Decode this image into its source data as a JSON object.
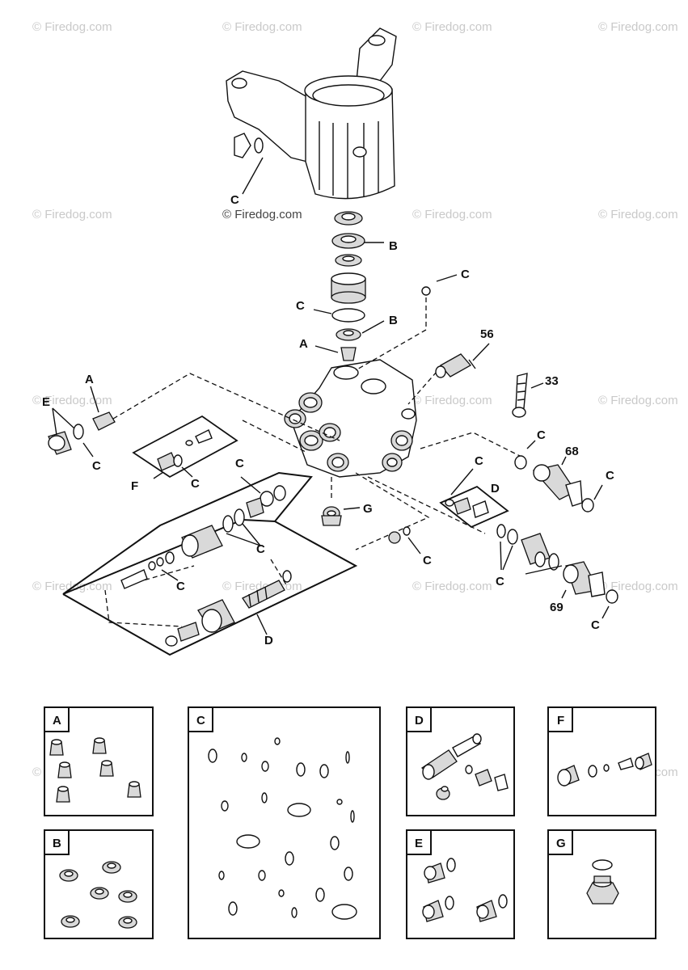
{
  "watermark": "© Firedog.com",
  "callouts": {
    "c_manifold_left": "C",
    "b_upper": "B",
    "c_top_right": "C",
    "c_mid": "C",
    "b_lower": "B",
    "a_top": "A",
    "n56": "56",
    "n33": "33",
    "a_left": "A",
    "e_left": "E",
    "c_left": "C",
    "c_f_group": "C",
    "f_group": "F",
    "c_d_group_top": "C",
    "c_68": "C",
    "n68": "68",
    "c_68_right": "C",
    "c_small_d": "C",
    "d_small": "D",
    "g_main": "G",
    "c_d_mid": "C",
    "c_d_low": "C",
    "c_bottom_plug": "C",
    "c_69_group": "C",
    "n69": "69",
    "c_69_bottom": "C",
    "d_big": "D"
  },
  "kits": [
    {
      "letter": "A"
    },
    {
      "letter": "C"
    },
    {
      "letter": "D"
    },
    {
      "letter": "F"
    },
    {
      "letter": "B"
    },
    {
      "letter": "E"
    },
    {
      "letter": "G"
    }
  ]
}
